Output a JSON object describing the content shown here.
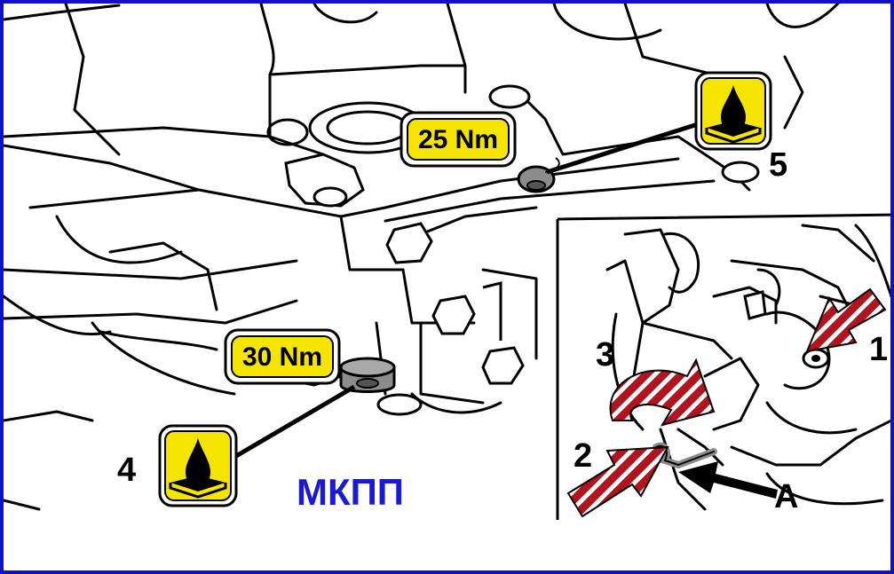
{
  "torque_labels": {
    "upper": "25 Nm",
    "lower": "30 Nm"
  },
  "callouts": {
    "c1": "1",
    "c2": "2",
    "c3": "3",
    "c4": "4",
    "c5": "5",
    "ca": "A"
  },
  "caption": "МКПП",
  "colors": {
    "frame": "#1010c8",
    "caption": "#1a1ad6",
    "badge_yellow": "#f5e400",
    "arrow_red": "#b0141e",
    "fastener_gray": "#8c8c8c"
  },
  "icons": {
    "sealant": "oil-drop-sealant-icon"
  }
}
